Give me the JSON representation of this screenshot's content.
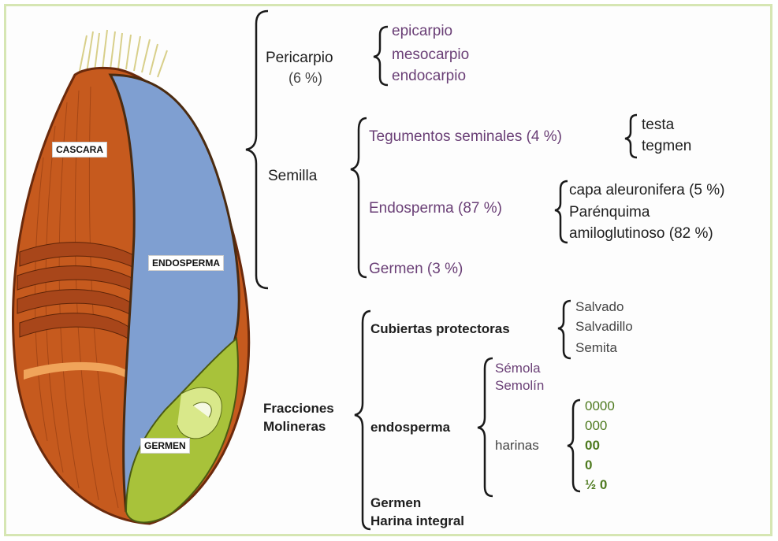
{
  "grain_labels": {
    "cascara": "CASCARA",
    "endosperma": "ENDOSPERMA",
    "germen": "GERMEN"
  },
  "pericarpio": {
    "title": "Pericarpio",
    "pct": "(6 %)",
    "items": [
      "epicarpio",
      "mesocarpio",
      "endocarpio"
    ]
  },
  "semilla": {
    "title": "Semilla",
    "tegumentos": "Tegumentos seminales (4 %)",
    "tegumentos_items": [
      "testa",
      "tegmen"
    ],
    "endosperma": "Endosperma (87 %)",
    "endosperma_items": [
      "capa aleuronifera (5 %)",
      "Parénquima",
      "amiloglutinoso  (82 %)"
    ],
    "germen": "Germen (3 %)"
  },
  "fracciones": {
    "title_line1": "Fracciones",
    "title_line2": "Molineras",
    "cubiertas": "Cubiertas protectoras",
    "cubiertas_items": [
      "Salvado",
      "Salvadillo",
      "Semita"
    ],
    "endosperma": "endosperma",
    "semola_items": [
      "Sémola",
      "Semolín"
    ],
    "harinas": "harinas",
    "harinas_items": [
      "0000",
      "000",
      "00",
      "0",
      "½ 0"
    ],
    "germen": "Germen",
    "harina_integral": "Harina integral"
  },
  "colors": {
    "husk": "#c65a1e",
    "endosperm": "#7f9fd1",
    "germ": "#a8c23a",
    "purple_text": "#6a3f76",
    "green_text": "#4e7a1f"
  }
}
